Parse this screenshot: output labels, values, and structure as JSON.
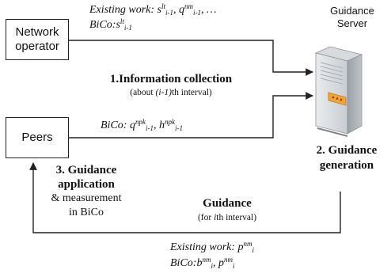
{
  "boxes": {
    "network_operator": "Network operator",
    "peers": "Peers"
  },
  "server": {
    "label": "Guidance Server"
  },
  "top_note": {
    "existing_prefix": "Existing work: ",
    "s_base": "s",
    "s_sup": "lt",
    "s_sub": "i-1",
    "sep1": ", ",
    "q_base": "q",
    "q_sup": "nm",
    "q_sub": "i-1",
    "tail": ", …",
    "bico_prefix": "BiCo:",
    "bs_base": "s",
    "bs_sup": "lt",
    "bs_sub": "i-1"
  },
  "info_collection": {
    "title": "1.Information collection",
    "sub_pre": "(about ",
    "sub_it": "(i-1)",
    "sub_post": "th interval)"
  },
  "peer_note": {
    "prefix": "BiCo: ",
    "q_base": "q",
    "q_sup": "npk",
    "q_sub": "i-1",
    "sep": ", ",
    "h_base": "h",
    "h_sup": "npk",
    "h_sub": "i-1"
  },
  "guidance_generation": {
    "line1": "2. Guidance",
    "line2": "generation"
  },
  "guidance_application": {
    "line1": "3. Guidance",
    "line2": "application",
    "line3": "& measurement",
    "line4": "in BiCo"
  },
  "guidance": {
    "title": "Guidance",
    "sub_pre": "(for ",
    "sub_it": "i",
    "sub_post": "th interval)"
  },
  "bottom_note": {
    "existing_prefix": "Existing work: ",
    "p_base": "p",
    "p_sup": "nm",
    "p_sub": "i",
    "bico_prefix": "BiCo:",
    "b_base": "b",
    "b_sup": "nm",
    "b_sub": "i",
    "sep": ", ",
    "p2_base": "p",
    "p2_sup": "nm",
    "p2_sub": "i"
  }
}
